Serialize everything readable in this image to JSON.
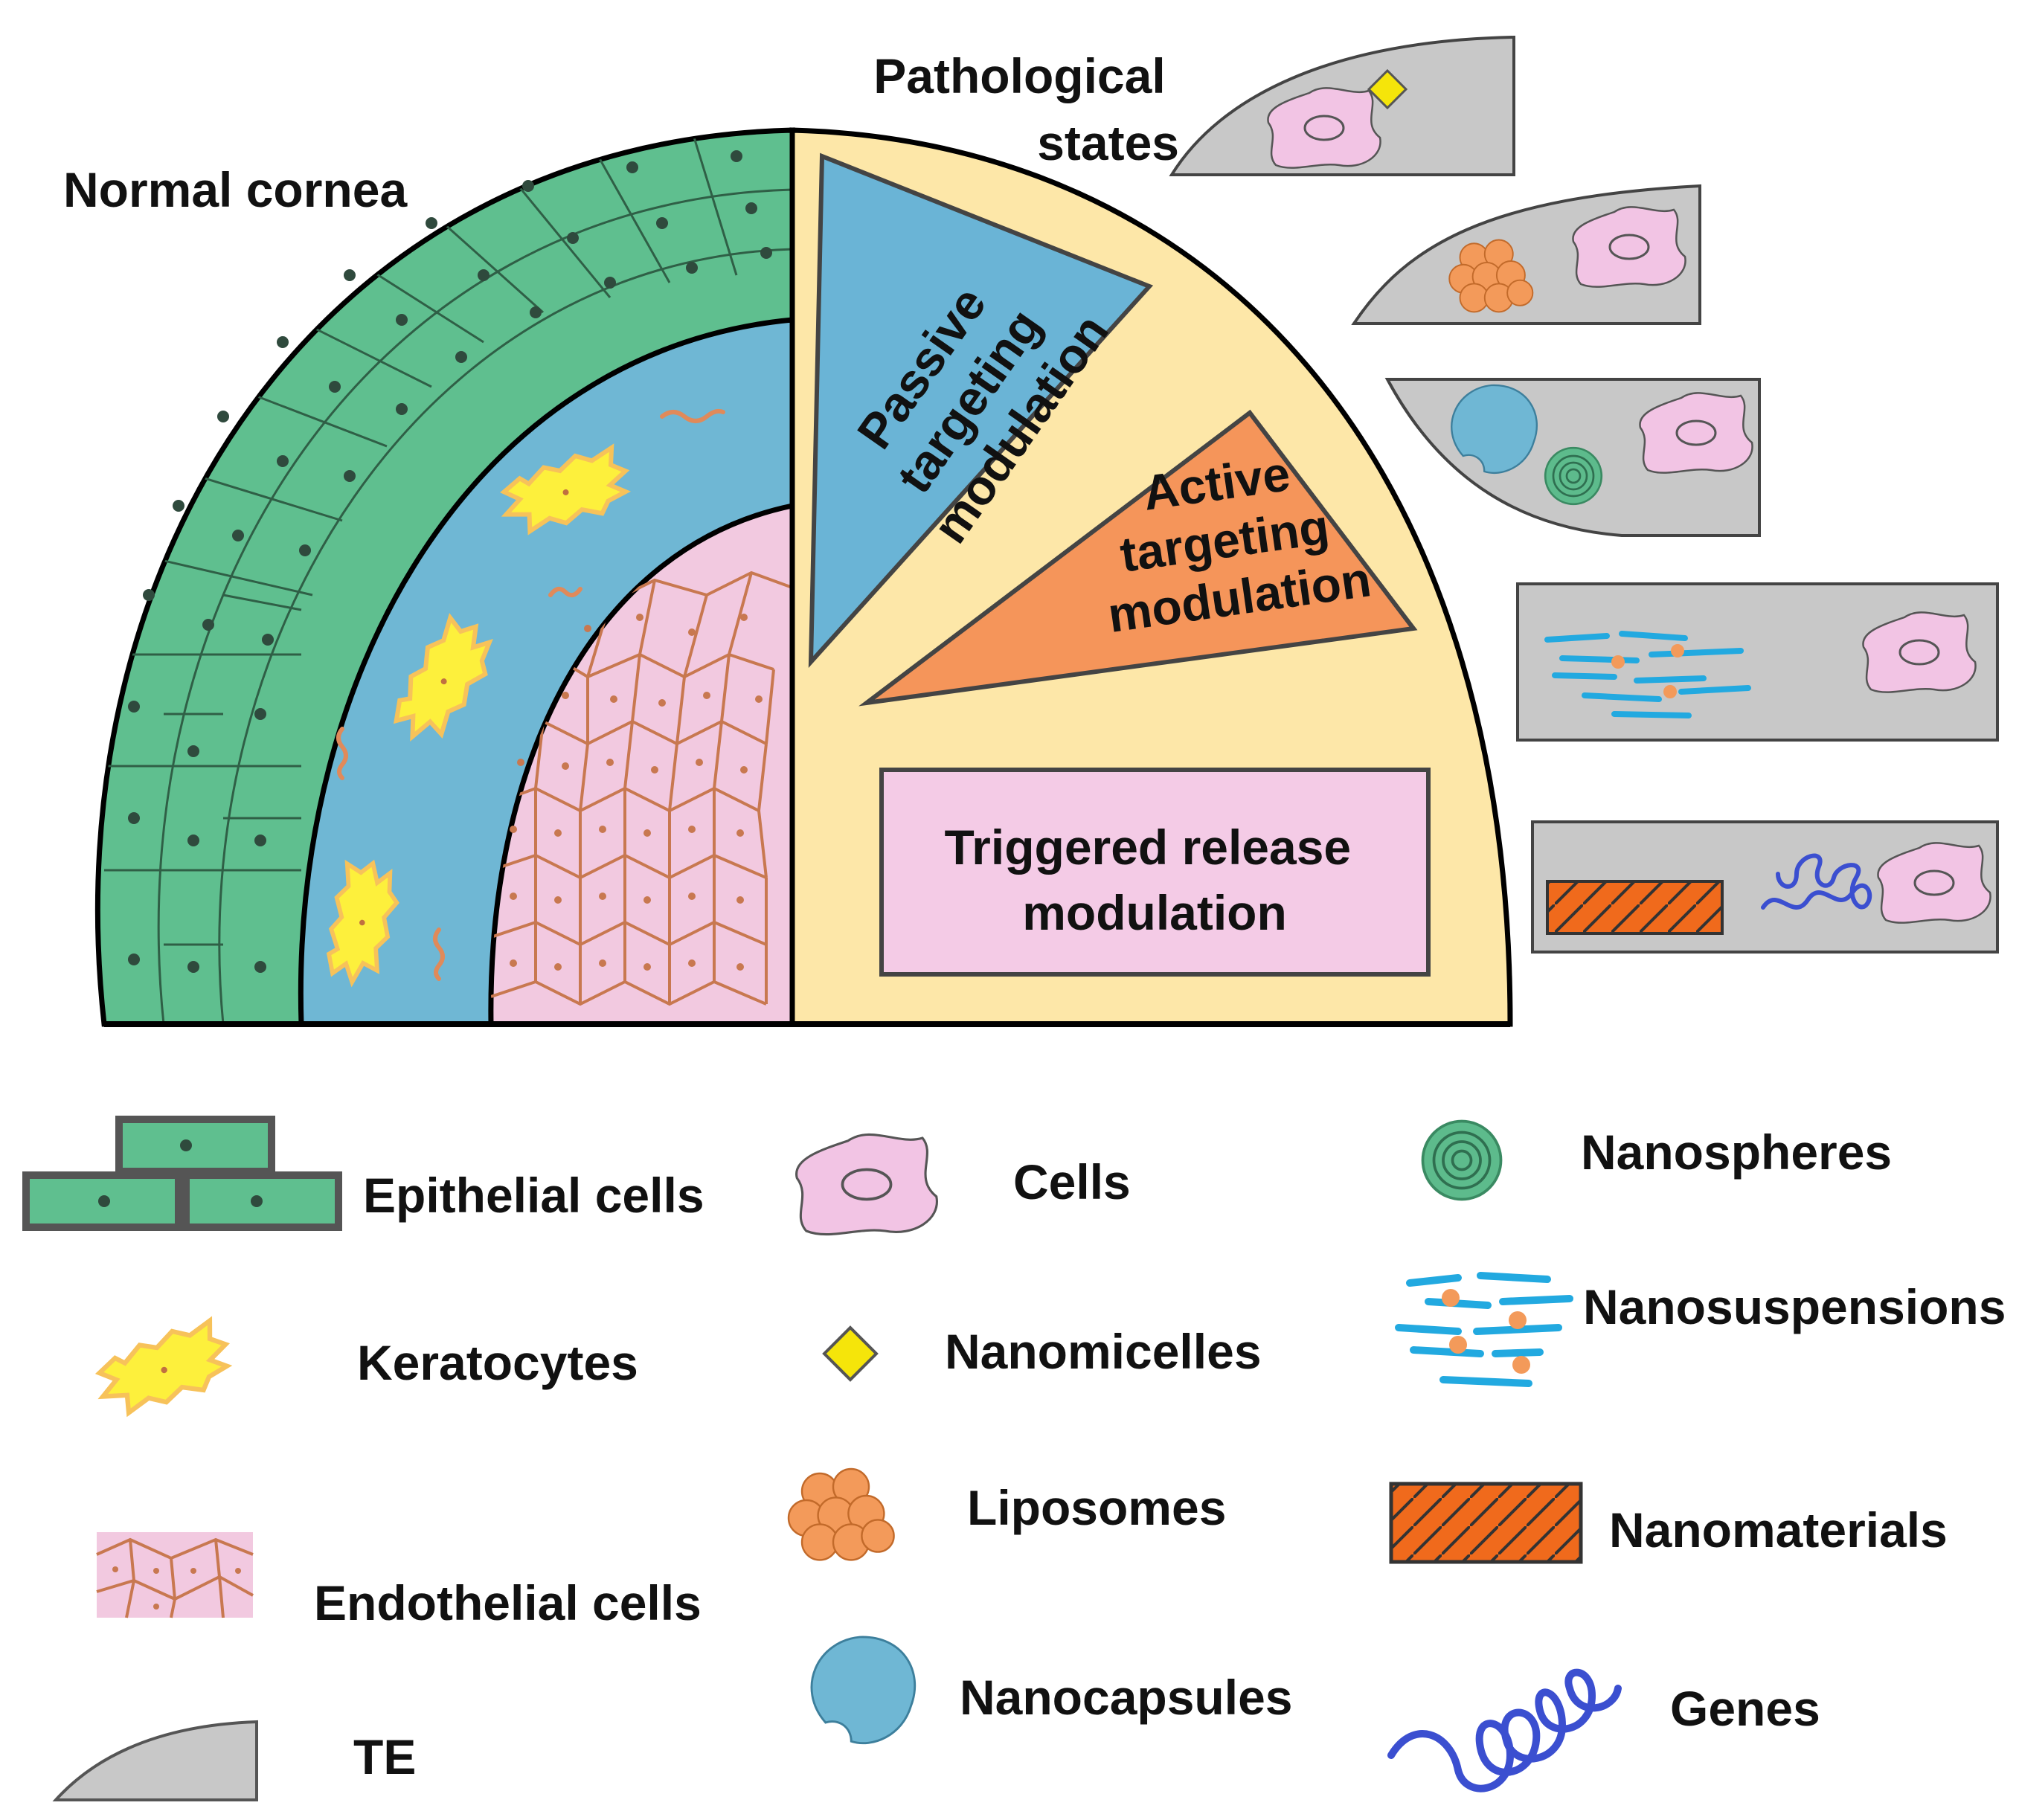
{
  "diagram": {
    "normal_cornea_label": "Normal cornea",
    "pathological_label_line1": "Pathological",
    "pathological_label_line2": "states",
    "passive": [
      "Passive",
      "targeting",
      "modulation"
    ],
    "active": [
      "Active",
      "targeting",
      "modulation"
    ],
    "triggered": [
      "Triggered release",
      "modulation"
    ]
  },
  "legend": {
    "epithelial": "Epithelial cells",
    "keratocytes": "Keratocytes",
    "endothelial": "Endothelial cells",
    "te": "TE",
    "cells": "Cells",
    "nanomicelles": "Nanomicelles",
    "liposomes": "Liposomes",
    "nanocapsules": "Nanocapsules",
    "nanospheres": "Nanospheres",
    "nanosuspensions": "Nanosuspensions",
    "nanomaterials": "Nanomaterials",
    "genes": "Genes"
  },
  "colors": {
    "epithelium": "#5fbf8f",
    "stroma": "#6fb7d4",
    "endothelium": "#f2c9e0",
    "endo_lines": "#c87850",
    "right_half": "#fde7a8",
    "te_gray": "#c8c8c8",
    "keratocyte_fill": "#fdf03c",
    "keratocyte_edge": "#f7c25a",
    "cell_fill": "#f2c4e4",
    "orange": "#f39a5a",
    "nanomaterial": "#f06a1c",
    "gene_blue": "#3b4fd0",
    "suspension_cyan": "#22a9e0",
    "nanosphere": "#5dbb8c",
    "micelle": "#f5e50a",
    "passive_fill": "#6ab4d6",
    "active_fill": "#f5955a",
    "triggered_fill": "#f4cbe6"
  }
}
